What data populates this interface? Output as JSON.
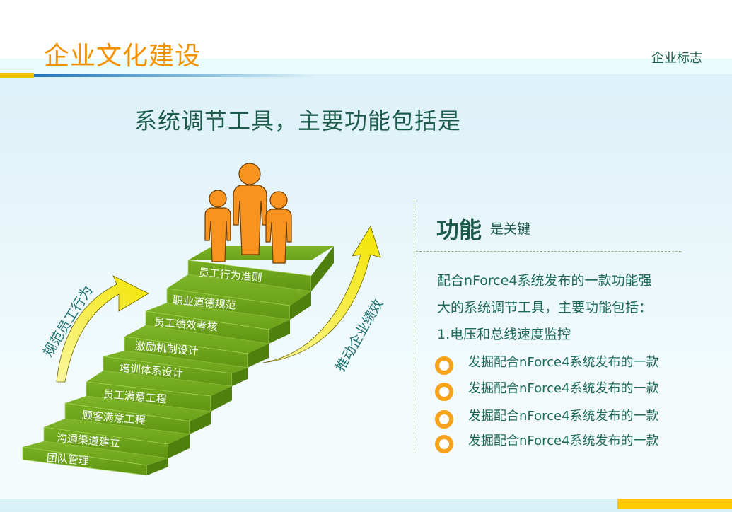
{
  "header": {
    "title": "企业文化建设",
    "logo_text": "企业标志"
  },
  "subtitle": "系统调节工具，主要功能包括是",
  "staircase": {
    "steps": [
      "团队管理",
      "沟通渠道建立",
      "顾客满意工程",
      "员工满意工程",
      "培训体系设计",
      "激励机制设计",
      "员工绩效考核",
      "职业道德规范",
      "员工行为准则"
    ],
    "left_arrow_label": "规范员工行为",
    "right_arrow_label": "推动企业绩效"
  },
  "function_panel": {
    "title": "功能",
    "title_suffix": "是关键",
    "paragraph_lines": [
      "配合nForce4系统发布的一款功能强",
      "大的系统调节工具，主要功能包括：",
      "1.电压和总线速度监控"
    ],
    "bullets": [
      "发掘配合nForce4系统发布的一款",
      "发掘配合nForce4系统发布的一款",
      "发掘配合nForce4系统发布的一款",
      "发掘配合nForce4系统发布的一款"
    ]
  },
  "colors": {
    "title_orange": "#f39200",
    "text_green": "#1d5b4b",
    "step_green": "#6aa118",
    "figure_orange": "#f7931e",
    "arrow_yellow": "#f5e600",
    "accent_yellow": "#ffc800"
  }
}
